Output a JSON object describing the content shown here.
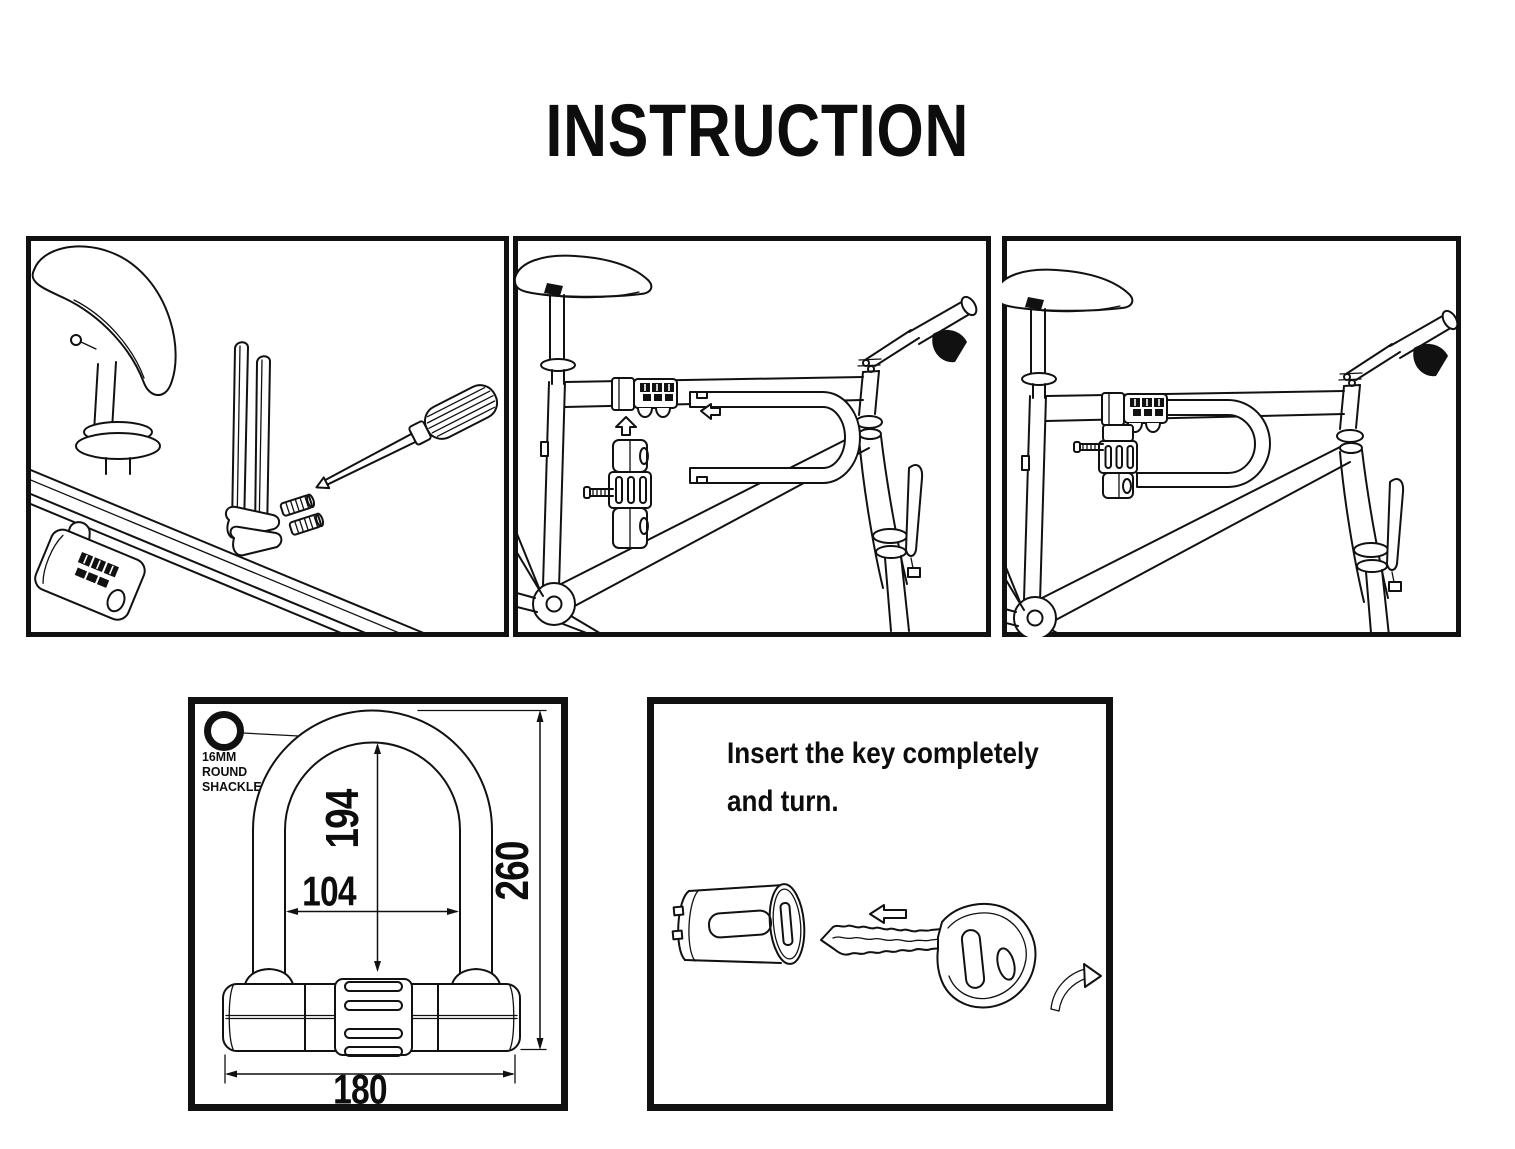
{
  "title": "INSTRUCTION",
  "colors": {
    "ink": "#111111",
    "background": "#ffffff"
  },
  "spec_panel": {
    "shackle_label": [
      "16MM",
      "ROUND",
      "SHACKLE"
    ],
    "dims": {
      "inner_height": "194",
      "inner_width": "104",
      "overall_height": "260",
      "overall_width": "180"
    }
  },
  "key_panel": {
    "line1": "Insert the key completely",
    "line2": "and turn."
  }
}
